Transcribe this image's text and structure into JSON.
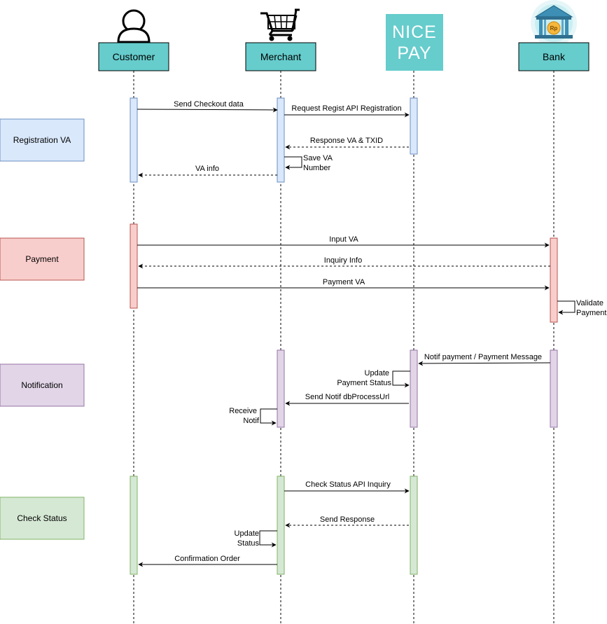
{
  "actors": {
    "customer": "Customer",
    "merchant": "Merchant",
    "bank": "Bank"
  },
  "nicepay_logo": {
    "line1": "NICE",
    "line2": "PAY"
  },
  "bank_icon_text": "Rp",
  "phases": {
    "registration": "Registration VA",
    "payment": "Payment",
    "notification": "Notification",
    "check_status": "Check Status"
  },
  "messages": {
    "send_checkout": "Send Checkout data",
    "request_regist": "Request Regist API Registration",
    "response_va": "Response VA & TXID",
    "save_va_1": "Save VA",
    "save_va_2": "Number",
    "va_info": "VA info",
    "input_va": "Input VA",
    "inquiry_info": "Inquiry Info",
    "payment_va": "Payment VA",
    "validate_1": "Validate",
    "validate_2": "Payment",
    "notif_payment": "Notif payment / Payment Message",
    "update_pay_1": "Update",
    "update_pay_2": "Payment Status",
    "send_notif": "Send Notif dbProcessUrl",
    "receive_1": "Receive",
    "receive_2": "Notif",
    "check_status_api": "Check Status API Inquiry",
    "send_response": "Send Response",
    "update_status_1": "Update",
    "update_status_2": "Status",
    "confirmation": "Confirmation Order"
  },
  "colors": {
    "actor_fill": "#66CCCC",
    "blue_fill": "#DAE8FC",
    "blue_stroke": "#6C8EBF",
    "red_fill": "#F8CECC",
    "red_stroke": "#B85450",
    "purple_fill": "#E1D5E7",
    "purple_stroke": "#9673A6",
    "green_fill": "#D5E8D4",
    "green_stroke": "#82B366"
  }
}
